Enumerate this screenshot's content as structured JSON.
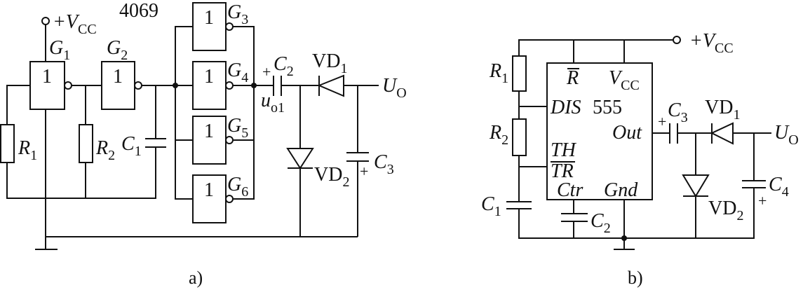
{
  "colors": {
    "ink": "#111111",
    "paper": "#ffffff"
  },
  "diagram_a": {
    "caption": "a)",
    "ic_label": "4069",
    "supply": {
      "main": "+V",
      "sub": "CC"
    },
    "gates": {
      "G1": {
        "main": "G",
        "sub": "1",
        "symbol": "1"
      },
      "G2": {
        "main": "G",
        "sub": "2",
        "symbol": "1"
      },
      "G3": {
        "main": "G",
        "sub": "3",
        "symbol": "1"
      },
      "G4": {
        "main": "G",
        "sub": "4",
        "symbol": "1"
      },
      "G5": {
        "main": "G",
        "sub": "5",
        "symbol": "1"
      },
      "G6": {
        "main": "G",
        "sub": "6",
        "symbol": "1"
      }
    },
    "components": {
      "R1": {
        "main": "R",
        "sub": "1"
      },
      "R2": {
        "main": "R",
        "sub": "2"
      },
      "C1": {
        "main": "C",
        "sub": "1"
      },
      "C2": {
        "main": "C",
        "sub": "2",
        "polarity": "+"
      },
      "C3": {
        "main": "C",
        "sub": "3",
        "polarity": "+"
      },
      "VD1": {
        "main": "VD",
        "sub": "1"
      },
      "VD2": {
        "main": "VD",
        "sub": "2"
      }
    },
    "nodes": {
      "intermediate": {
        "main": "u",
        "sub": "o1"
      },
      "output": {
        "main": "U",
        "sub": "O"
      }
    }
  },
  "diagram_b": {
    "caption": "b)",
    "supply": {
      "main": "+V",
      "sub": "CC"
    },
    "timer": {
      "part_number": "555",
      "pins": {
        "reset": {
          "text": "R",
          "overbar": true
        },
        "supply": {
          "main": "V",
          "sub": "CC"
        },
        "discharge": {
          "text": "DIS"
        },
        "output": {
          "text": "Out"
        },
        "threshold": {
          "text": "TH"
        },
        "trigger": {
          "text": "TR",
          "overbar": true
        },
        "control": {
          "text": "Ctr"
        },
        "ground": {
          "text": "Gnd"
        }
      }
    },
    "components": {
      "R1": {
        "main": "R",
        "sub": "1"
      },
      "R2": {
        "main": "R",
        "sub": "2"
      },
      "C1": {
        "main": "C",
        "sub": "1"
      },
      "C2": {
        "main": "C",
        "sub": "2"
      },
      "C3": {
        "main": "C",
        "sub": "3",
        "polarity": "+"
      },
      "C4": {
        "main": "C",
        "sub": "4",
        "polarity": "+"
      },
      "VD1": {
        "main": "VD",
        "sub": "1"
      },
      "VD2": {
        "main": "VD",
        "sub": "2"
      }
    },
    "nodes": {
      "output": {
        "main": "U",
        "sub": "O"
      }
    }
  }
}
